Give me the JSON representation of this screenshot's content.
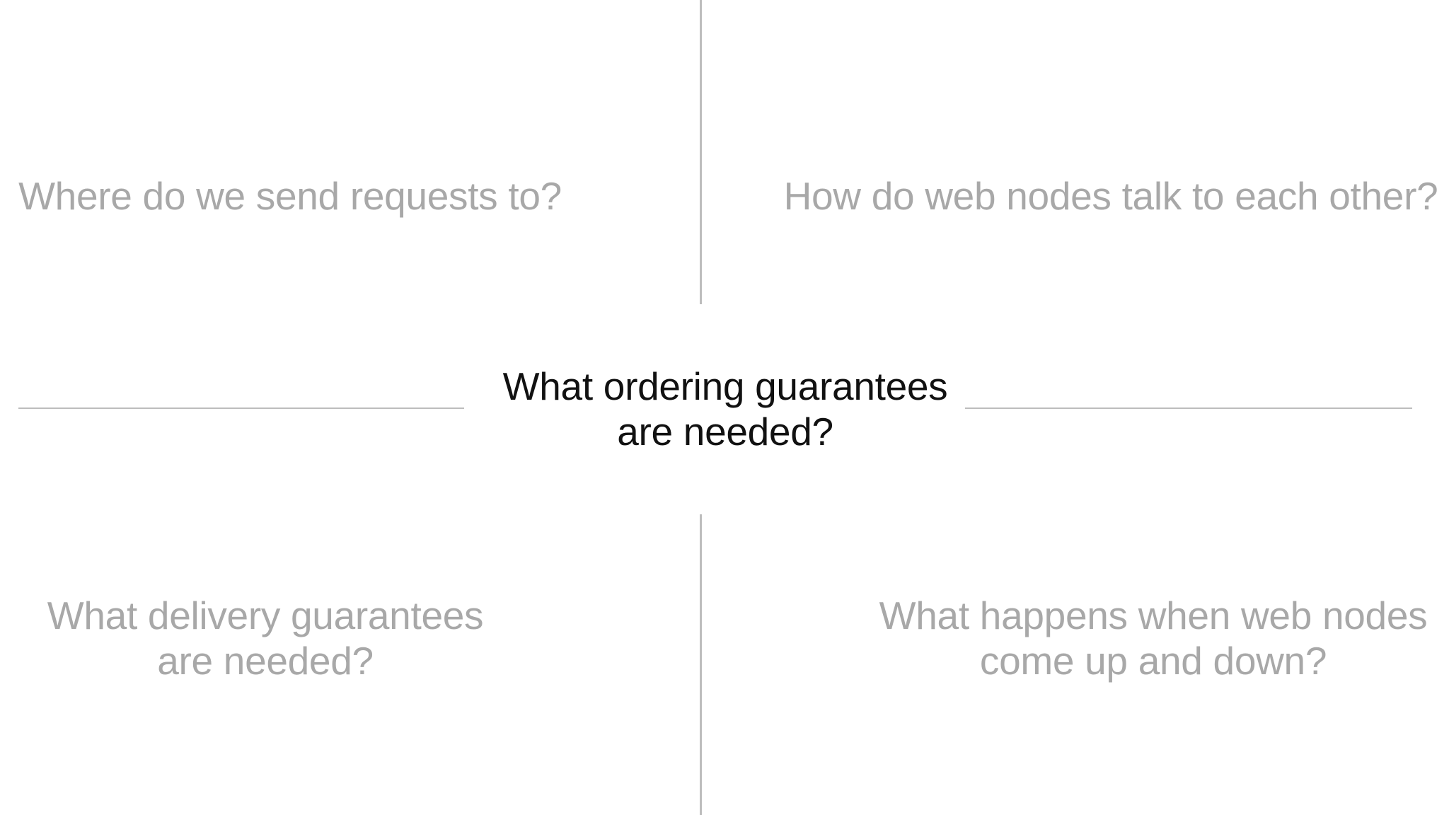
{
  "center_question": {
    "line1": "What ordering guarantees",
    "line2": "are needed?"
  },
  "top_left_question": {
    "line1": "Where do we send requests to?"
  },
  "top_right_question": {
    "line1": "How do web nodes talk to each other?"
  },
  "bottom_left_question": {
    "line1": "What delivery guarantees",
    "line2": "are needed?"
  },
  "bottom_right_question": {
    "line1": "What happens when web nodes",
    "line2": "come up and down?"
  },
  "colors": {
    "background": "#ffffff",
    "muted_text": "#a8a8a8",
    "active_text": "#111111",
    "divider": "#bdbdbd"
  }
}
